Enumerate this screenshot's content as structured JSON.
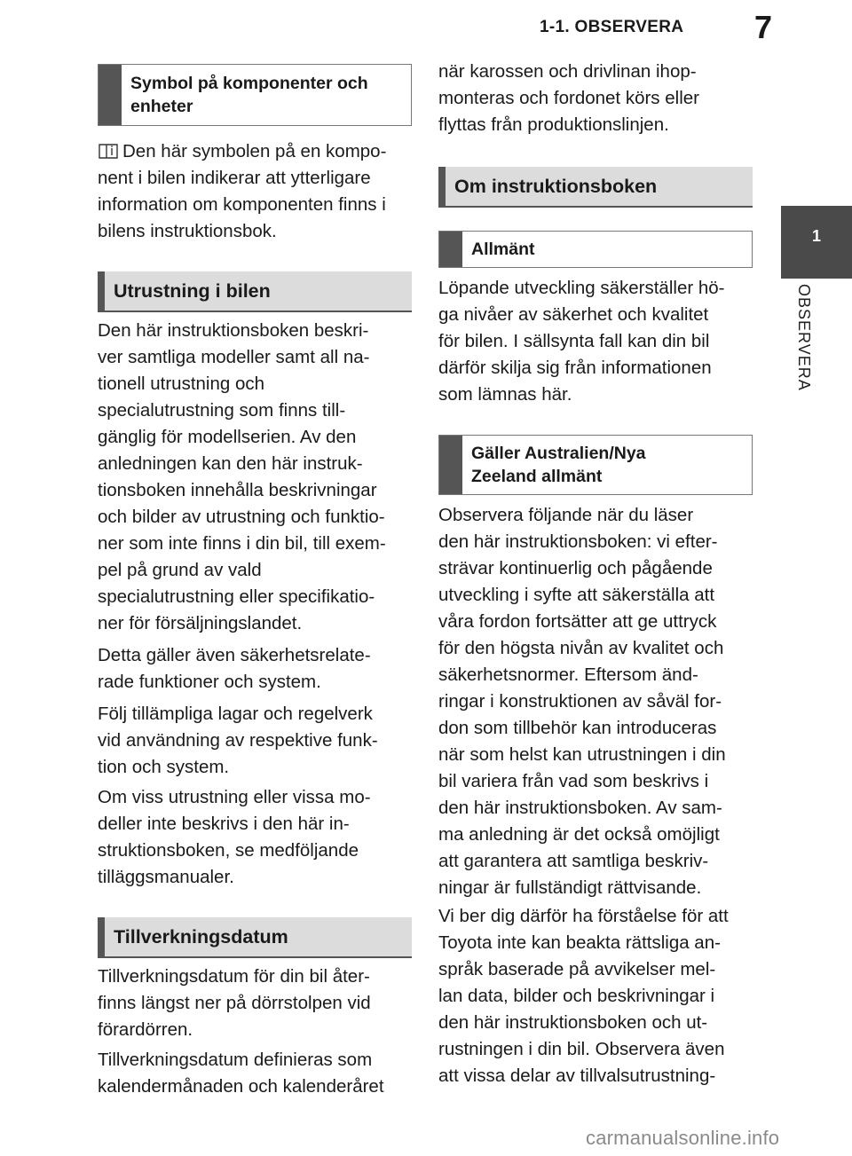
{
  "header": {
    "section": "1-1. OBSERVERA",
    "page_number": "7"
  },
  "side_tab": {
    "number": "1",
    "label": "OBSERVERA"
  },
  "left": {
    "box_heading": "Symbol på komponenter och enheter",
    "box_heading_line1": "Symbol på komponenter och",
    "box_heading_line2": "enheter",
    "symbol_lines": [
      "Den här symbolen på en kompo-",
      "nent i bilen indikerar att ytterligare",
      "information om komponenten finns i",
      "bilens instruktionsbok."
    ],
    "heading_equipment": "Utrustning i bilen",
    "equipment_lines": [
      "Den här instruktionsboken beskri-",
      "ver samtliga modeller samt all na-",
      "tionell utrustning och",
      "specialutrustning som finns till-",
      "gänglig för modellserien. Av den",
      "anledningen kan den här instruk-",
      "tionsboken innehålla beskrivningar",
      "och bilder av utrustning och funktio-",
      "ner som inte finns i din bil, till exem-",
      "pel på grund av vald",
      "specialutrustning eller specifikatio-",
      "ner för försäljningslandet."
    ],
    "safety_lines": [
      "Detta gäller även säkerhetsrelate-",
      "rade funktioner och system."
    ],
    "laws_lines": [
      "Följ tillämpliga lagar och regelverk",
      "vid användning av respektive funk-",
      "tion och system."
    ],
    "missing_lines": [
      "Om viss utrustning eller vissa mo-",
      "deller inte beskrivs i den här in-",
      "struktionsboken, se medföljande",
      "tilläggsmanualer."
    ],
    "heading_date": "Tillverkningsdatum",
    "date_lines": [
      "Tillverkningsdatum för din bil åter-",
      "finns längst ner på dörrstolpen vid",
      "förardörren."
    ],
    "date_def_lines": [
      "Tillverkningsdatum definieras som",
      "kalendermånaden och kalenderåret"
    ]
  },
  "right": {
    "cont_lines": [
      "när karossen och drivlinan ihop-",
      "monteras och fordonet körs eller",
      "flyttas från produktionslinjen."
    ],
    "heading_manual": "Om instruktionsboken",
    "box_general": "Allmänt",
    "general_lines": [
      "Löpande utveckling säkerställer hö-",
      "ga nivåer av säkerhet och kvalitet",
      "för bilen. I sällsynta fall kan din bil",
      "därför skilja sig från informationen",
      "som lämnas här."
    ],
    "box_au_line1": "Gäller Australien/Nya",
    "box_au_line2": "Zeeland allmänt",
    "au_lines": [
      "Observera följande när du läser",
      "den här instruktionsboken: vi efter-",
      "strävar kontinuerlig och pågående",
      "utveckling i syfte att säkerställa att",
      "våra fordon fortsätter att ge uttryck",
      "för den högsta nivån av kvalitet och",
      "säkerhetsnormer. Eftersom änd-",
      "ringar i konstruktionen av såväl for-",
      "don som tillbehör kan introduceras",
      "när som helst kan utrustningen i din",
      "bil variera från vad som beskrivs i",
      "den här instruktionsboken. Av sam-",
      "ma anledning är det också omöjligt",
      "att garantera att samtliga beskriv-",
      "ningar är fullständigt rättvisande."
    ],
    "understanding_lines": [
      "Vi ber dig därför ha förståelse för att",
      "Toyota inte kan beakta rättsliga an-",
      "språk baserade på avvikelser mel-",
      "lan data, bilder och beskrivningar i",
      "den här instruktionsboken och ut-",
      "rustningen i din bil. Observera även",
      "att vissa delar av tillvalsutrustning-"
    ]
  },
  "footer": {
    "watermark": "carmanualsonline.info"
  }
}
